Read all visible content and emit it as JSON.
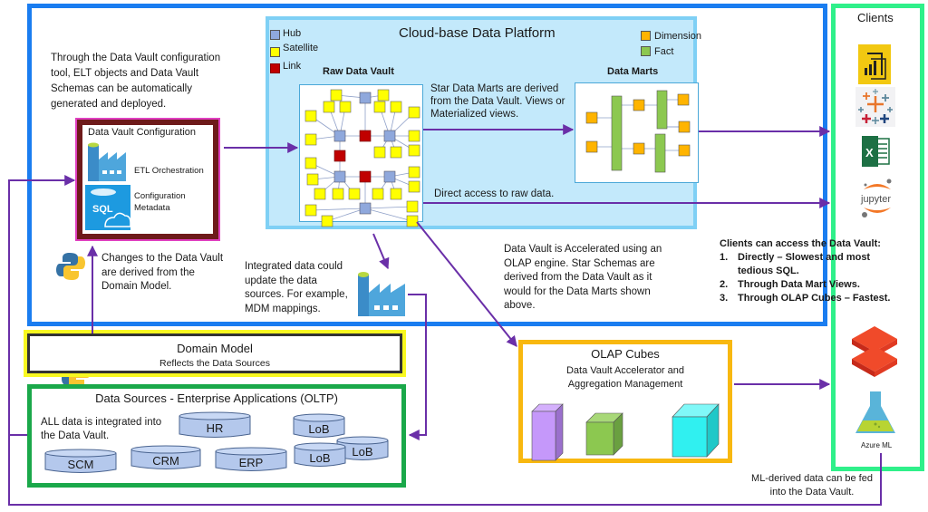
{
  "colors": {
    "outer_border": "#1a7df0",
    "cloud_fill": "#c3e9fb",
    "cloud_border": "#7fd0f5",
    "clients_border": "#2ff08a",
    "arrow": "#6a2fa8",
    "hub": "#8fa8dc",
    "satellite": "#ffff00",
    "link": "#c00000",
    "dimension": "#ffb400",
    "fact": "#8cc850",
    "domain_glow": "#f8f820",
    "sources_border": "#1aa84a",
    "olap_border": "#f8b810"
  },
  "intro_note": "Through the Data Vault configuration tool, ELT objects and Data Vault Schemas can be automatically generated and deployed.",
  "dv_config": {
    "title": "Data Vault Configuration",
    "etl_label": "ETL Orchestration",
    "meta_label_1": "Configuration",
    "meta_label_2": "Metadata",
    "sql_label": "SQL"
  },
  "domain_note": "Changes to the Data Vault are derived from the Domain Model.",
  "cloud": {
    "title": "Cloud-base Data Platform",
    "legend_left": [
      {
        "label": "Hub",
        "color": "#8fa8dc"
      },
      {
        "label": "Satellite",
        "color": "#ffff00"
      },
      {
        "label": "Link",
        "color": "#c00000"
      }
    ],
    "legend_right": [
      {
        "label": "Dimension",
        "color": "#ffb400"
      },
      {
        "label": "Fact",
        "color": "#8cc850"
      }
    ],
    "raw_vault_title": "Raw Data Vault",
    "data_marts_title": "Data Marts",
    "star_note": "Star Data Marts are derived from the Data Vault. Views or Materialized views.",
    "direct_note": "Direct access to raw data."
  },
  "integrated_note": "Integrated data could update the data sources. For example, MDM mappings.",
  "olap_note": "Data Vault is Accelerated using an OLAP engine. Star Schemas are derived from the Data Vault as it would for the Data Marts shown above.",
  "clients": {
    "title": "Clients",
    "access_title": "Clients can access the Data Vault:",
    "access_items": [
      {
        "num": "1.",
        "text": "Directly – Slowest and most tedious SQL."
      },
      {
        "num": "2.",
        "text": "Through Data Mart Views."
      },
      {
        "num": "3.",
        "text": "Through OLAP Cubes – Fastest."
      }
    ],
    "tools": [
      "Power BI",
      "Tableau",
      "Excel",
      "Jupyter",
      "Databricks",
      "Azure ML"
    ],
    "jupyter_label": "jupyter",
    "excel_label": "X",
    "azure_ml_label": "Azure ML"
  },
  "domain_model": {
    "title": "Domain Model",
    "subtitle": "Reflects the Data Sources"
  },
  "sources": {
    "title": "Data Sources - Enterprise Applications (OLTP)",
    "note": "ALL data is integrated into the Data Vault.",
    "databases": [
      "HR",
      "LoB",
      "LoB",
      "LoB",
      "SCM",
      "CRM",
      "ERP"
    ]
  },
  "olap": {
    "title": "OLAP Cubes",
    "subtitle_1": "Data Vault Accelerator and",
    "subtitle_2": "Aggregation Management"
  },
  "ml_note": "ML-derived data can be fed into the Data Vault."
}
